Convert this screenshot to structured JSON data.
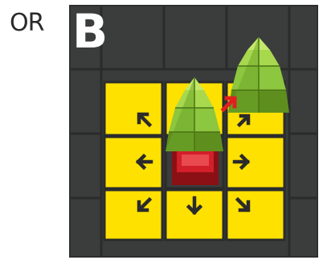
{
  "prefix_text": "OR",
  "panel_label": "B",
  "colors": {
    "board_bg": "#3a3c3c",
    "grid_line": "#2a2c2c",
    "tile_yellow": "#ffe100",
    "tile_edge": "#e3c400",
    "arrow": "#2b2b2b",
    "piece_green": "#8dc63f",
    "piece_green_dark": "#5e8f1e",
    "start_square": "#d21f2a",
    "move_arrow": "#e02020"
  },
  "move_tiles": [
    {
      "name": "tile-up-left",
      "arrow": "arrow-up-left"
    },
    {
      "name": "tile-up",
      "arrow": "arrow-up"
    },
    {
      "name": "tile-up-right",
      "arrow": "arrow-up-right"
    },
    {
      "name": "tile-left",
      "arrow": "arrow-left"
    },
    {
      "name": "tile-right",
      "arrow": "arrow-right"
    },
    {
      "name": "tile-down-left",
      "arrow": "arrow-down-left"
    },
    {
      "name": "tile-down",
      "arrow": "arrow-down"
    },
    {
      "name": "tile-down-right",
      "arrow": "arrow-down-right"
    }
  ],
  "pieces": [
    {
      "name": "green-piece-start",
      "color": "green"
    },
    {
      "name": "green-piece-moved",
      "color": "green"
    }
  ]
}
